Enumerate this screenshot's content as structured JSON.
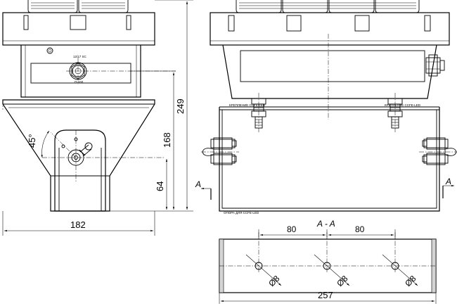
{
  "dimensions": {
    "width_182": "182",
    "height_249": "249",
    "height_168": "168",
    "height_64": "64",
    "angle_45": "45°",
    "spacing_left_80": "80",
    "spacing_right_80": "80",
    "width_257": "257",
    "hole_dia_1": "Ø8",
    "hole_dia_2": "Ø8",
    "hole_dia_3": "Ø8"
  },
  "section": {
    "title": "A - A",
    "marker_left": "A",
    "marker_right": "A"
  },
  "labels": {
    "bracket_label_left": "КРЕПЛЕНИЕ CCFE-LED",
    "bracket_label_right": "КРЕПЛЕНИЕ CCFE-LED",
    "support_label": "ОПОРА ДЛЯ CCFE-LED",
    "gland_label_top": "12/17 SC",
    "gland_label_bottom": "П-160"
  },
  "colors": {
    "line": "#000000",
    "shade": "#d4d4d4",
    "background": "#ffffff"
  }
}
